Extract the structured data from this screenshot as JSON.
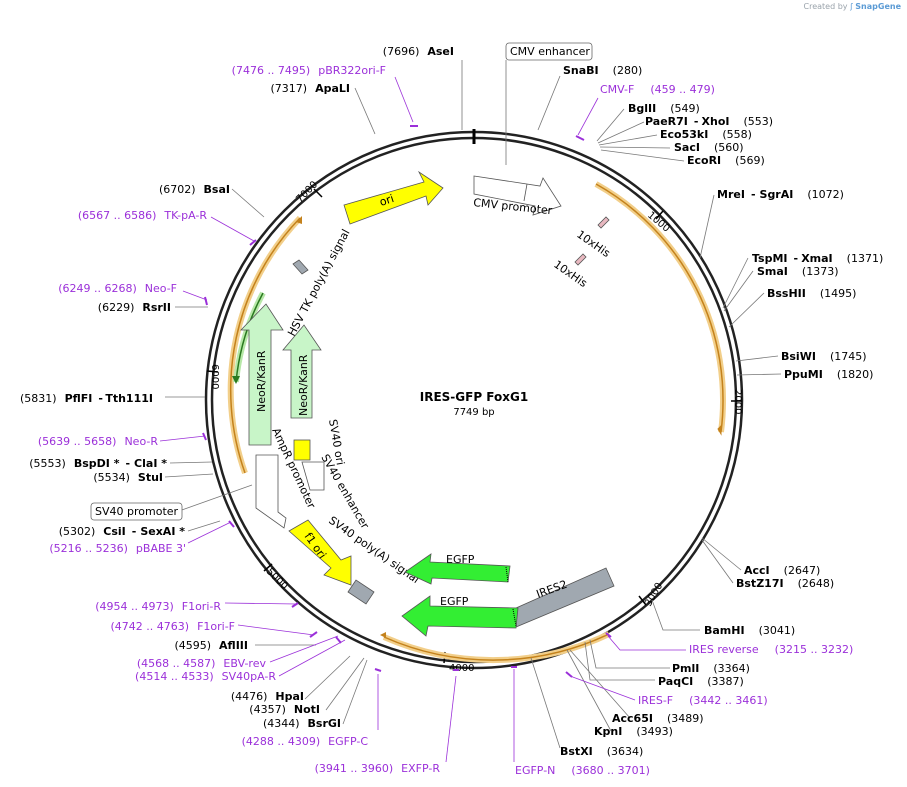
{
  "credit": {
    "prefix": "Created by",
    "brand": "SnapGene"
  },
  "plasmid": {
    "name": "IRES-GFP FoxG1",
    "size": "7749 bp"
  },
  "ticks": [
    "1000",
    "2000",
    "3000",
    "4000",
    "5000",
    "6000",
    "7000"
  ],
  "enzymes": [
    {
      "pos": "(7696)",
      "name": "AseI"
    },
    {
      "name": "SnaBI",
      "pos": "(280)"
    },
    {
      "name": "BglII",
      "pos": "(549)"
    },
    {
      "name": "PaeR7I",
      "sep": "-",
      "name2": "XhoI",
      "pos": "(553)"
    },
    {
      "name": "Eco53kI",
      "pos": "(558)"
    },
    {
      "name": "SacI",
      "pos": "(560)"
    },
    {
      "name": "EcoRI",
      "pos": "(569)"
    },
    {
      "name": "MreI",
      "sep": "-",
      "name2": "SgrAI",
      "pos": "(1072)"
    },
    {
      "name": "TspMI",
      "sep": "-",
      "name2": "XmaI",
      "pos": "(1371)"
    },
    {
      "name": "SmaI",
      "pos": "(1373)"
    },
    {
      "name": "BssHII",
      "pos": "(1495)"
    },
    {
      "name": "BsiWI",
      "pos": "(1745)"
    },
    {
      "name": "PpuMI",
      "pos": "(1820)"
    },
    {
      "name": "AccI",
      "pos": "(2647)"
    },
    {
      "name": "BstZ17I",
      "pos": "(2648)"
    },
    {
      "name": "BamHI",
      "pos": "(3041)"
    },
    {
      "name": "PmlI",
      "pos": "(3364)"
    },
    {
      "name": "PaqCI",
      "pos": "(3387)"
    },
    {
      "name": "Acc65I",
      "pos": "(3489)"
    },
    {
      "name": "KpnI",
      "pos": "(3493)"
    },
    {
      "name": "BstXI",
      "pos": "(3634)"
    },
    {
      "pos": "(7317)",
      "name": "ApaLI"
    },
    {
      "pos": "(6702)",
      "name": "BsaI"
    },
    {
      "pos": "(6229)",
      "name": "RsrII"
    },
    {
      "pos": "(5831)",
      "name": "PflFI",
      "sep": "-",
      "name2": "Tth111I"
    },
    {
      "pos": "(5553)",
      "name": "BspDI *",
      "sep": "-",
      "name2": "ClaI *"
    },
    {
      "pos": "(5534)",
      "name": "StuI"
    },
    {
      "pos": "(5302)",
      "name": "CsiI",
      "sep": "-",
      "name2": "SexAI *"
    },
    {
      "pos": "(4595)",
      "name": "AflIII"
    },
    {
      "pos": "(4476)",
      "name": "HpaI"
    },
    {
      "pos": "(4357)",
      "name": "NotI"
    },
    {
      "pos": "(4344)",
      "name": "BsrGI"
    }
  ],
  "primers": [
    {
      "range": "(7476 .. 7495)",
      "name": "pBR322ori-F"
    },
    {
      "name": "CMV-F",
      "range": "(459 .. 479)"
    },
    {
      "range": "(6567 .. 6586)",
      "name": "TK-pA-R"
    },
    {
      "range": "(6249 .. 6268)",
      "name": "Neo-F"
    },
    {
      "range": "(5639 .. 5658)",
      "name": "Neo-R"
    },
    {
      "range": "(5216 .. 5236)",
      "name": "pBABE 3'"
    },
    {
      "range": "(4954 .. 4973)",
      "name": "F1ori-R"
    },
    {
      "range": "(4742 .. 4763)",
      "name": "F1ori-F"
    },
    {
      "range": "(4568 .. 4587)",
      "name": "EBV-rev"
    },
    {
      "range": "(4514 .. 4533)",
      "name": "SV40pA-R"
    },
    {
      "range": "(4288 .. 4309)",
      "name": "EGFP-C"
    },
    {
      "range": "(3941 .. 3960)",
      "name": "EXFP-R"
    },
    {
      "name": "EGFP-N",
      "range": "(3680 .. 3701)"
    },
    {
      "name": "IRES-F",
      "range": "(3442 .. 3461)"
    },
    {
      "name": "IRES reverse",
      "range": "(3215 .. 3232)"
    }
  ],
  "boxed_labels": [
    "CMV enhancer",
    "SV40 promoter"
  ],
  "features": {
    "ori": "ori",
    "cmv_promoter": "CMV promoter",
    "his1": "10xHis",
    "his2": "10xHis",
    "hsv_tk": "HSV TK poly(A) signal",
    "neo1": "NeoR/KanR",
    "neo2": "NeoR/KanR",
    "sv40_ori": "SV40 ori",
    "sv40_enh": "SV40 enhancer",
    "ampr_prom": "AmpR promoter",
    "f1ori": "f1 ori",
    "sv40_pa": "SV40 poly(A) signal",
    "egfp1": "EGFP",
    "egfp2": "EGFP",
    "ires2": "IRES2"
  },
  "colors": {
    "ori": "#ffff00",
    "egfp": "#33ee33",
    "neo": "#c8f5c8",
    "ires": "#a0a8b0",
    "primer": "#9b30d9",
    "orf": "#e8a020"
  }
}
